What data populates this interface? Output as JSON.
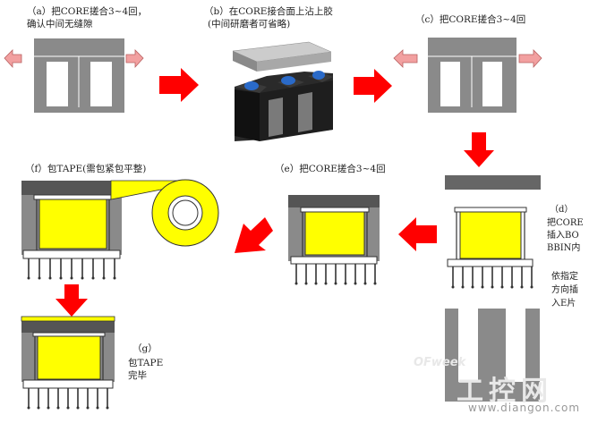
{
  "steps": {
    "a": {
      "line1": "（a）把CORE搓合3~4回，",
      "line2": "确认中间无缝隙"
    },
    "b": {
      "line1": "（b）在CORE接合面上沾上胶",
      "line2": "(中间研磨者可省略)"
    },
    "c": {
      "line1": "（c）把CORE搓合3~4回"
    },
    "d": {
      "tag": "（d）",
      "line1": "把CORE",
      "line2": "插入BO",
      "line3": "BBIN内",
      "line4": "依指定",
      "line5": "方向插",
      "line6": "入E片"
    },
    "e": {
      "line1": "（e）把CORE搓合3~4回"
    },
    "f": {
      "line1": "（f）包TAPE(需包紧包平整)"
    },
    "g": {
      "tag": "（g）",
      "line1": "包TAPE",
      "line2": "完毕"
    }
  },
  "watermark": {
    "logo": "OFweek",
    "cn": "工控网",
    "url": "www.diangon.com"
  },
  "colors": {
    "core": "#8a8a8a",
    "core_dark": "#555555",
    "coil": "#ffff00",
    "arrow": "#ff0000",
    "push_arrow": "#f2a0a0",
    "glue": "#2a6ac8",
    "magnet_black": "#1a1a1a"
  }
}
